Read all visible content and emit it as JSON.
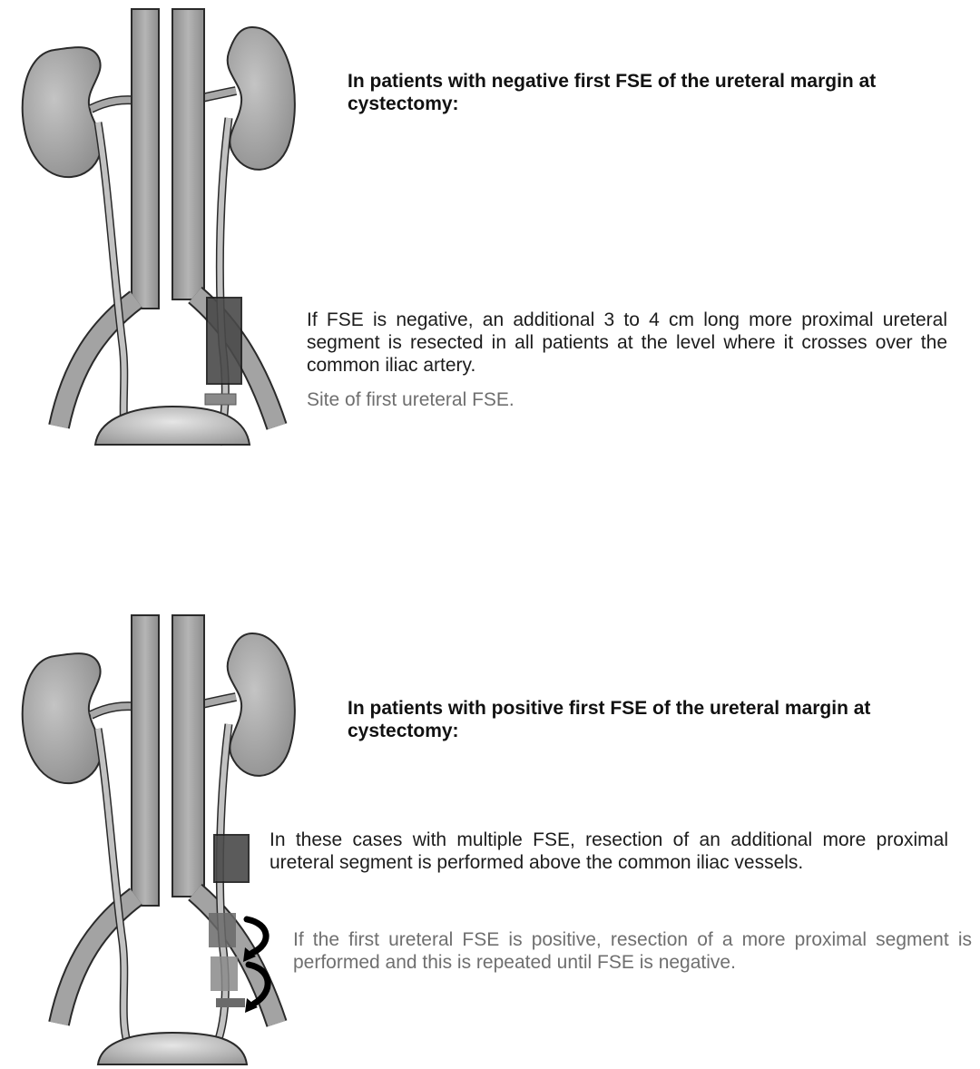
{
  "panels": [
    {
      "heading": "In patients with negative first FSE of the ureteral margin at cystectomy:",
      "notes": [
        "If FSE is negative, an additional 3 to 4 cm long more proximal ureteral segment is resected in all patients at the level where it crosses over the common iliac artery.",
        "Site of first ureteral FSE."
      ]
    },
    {
      "heading": "In patients with positive first FSE of the ureteral margin at cystectomy:",
      "notes": [
        "In these cases with multiple FSE, resection of an additional more proximal ureteral segment is performed above the common iliac vessels.",
        "If the first ureteral FSE is positive, resection of a more proximal segment is performed and this is repeated until FSE is negative."
      ]
    }
  ],
  "colors": {
    "organ": "#a9a9a9",
    "organ_light": "#d6d6d6",
    "outline": "#2a2a2a",
    "resection_block": "#4a4a4a",
    "fse_site": "#8a8a8a",
    "arrow": "#000000"
  }
}
